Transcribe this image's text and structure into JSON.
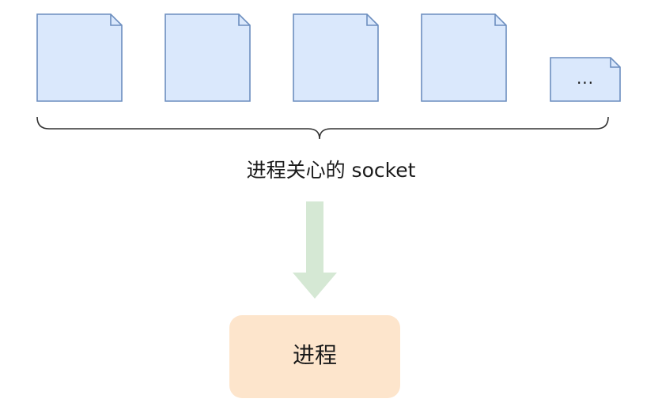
{
  "socket_group": {
    "label": "进程关心的 socket",
    "ellipsis": "...",
    "file_count": 5
  },
  "process": {
    "label": "进程"
  },
  "colors": {
    "file_fill": "#dae8fc",
    "file_stroke": "#6c8ebf",
    "arrow_fill": "#d5e8d4",
    "process_fill": "#fde5cc",
    "brace_stroke": "#333333"
  }
}
